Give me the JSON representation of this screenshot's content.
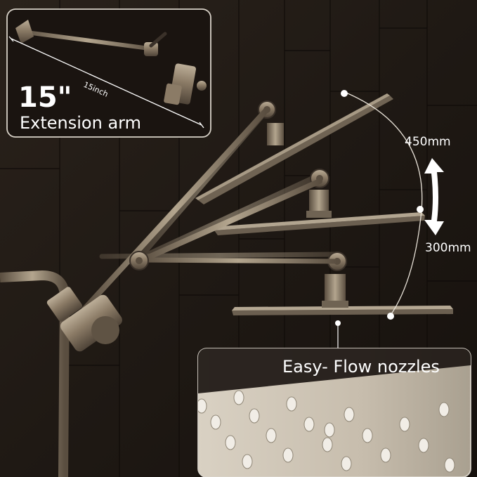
{
  "extension_arm": {
    "size": "15\"",
    "length_label": "15inch",
    "title": "Extension arm"
  },
  "height_range": {
    "upper": "450mm",
    "lower": "300mm"
  },
  "nozzles": {
    "title": "Easy- Flow nozzles"
  },
  "colors": {
    "finish": "#8b7b66",
    "wall": "#1e1813",
    "panel_border": "#d8d2c8",
    "text": "#ffffff"
  }
}
